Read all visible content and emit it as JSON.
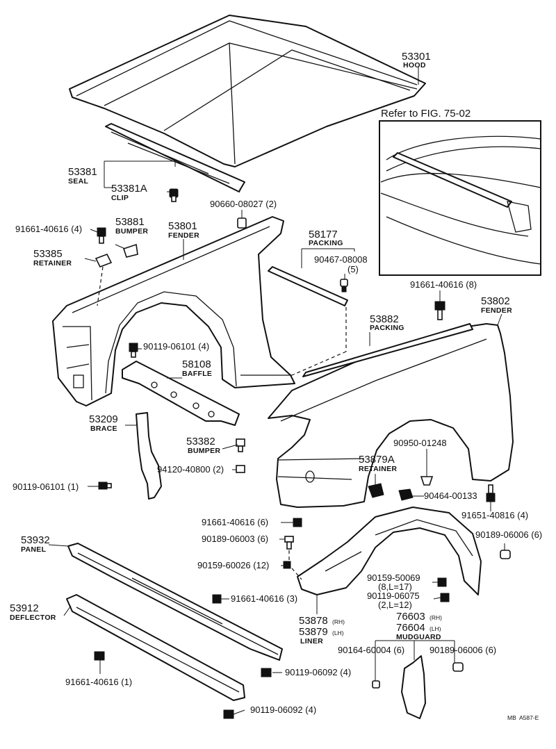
{
  "labels": {
    "hood_no": "53301",
    "hood_nm": "HOOD",
    "refer": "Refer to FIG. 75-02",
    "seal_no": "53381",
    "seal_nm": "SEAL",
    "clip_no": "53381A",
    "clip_nm": "CLIP",
    "bolt_90660": "90660-08027 (2)",
    "bolt_91661_l4": "91661-40616 (4)",
    "bumper_no": "53881",
    "bumper_nm": "BUMPER",
    "fender_l_no": "53801",
    "fender_l_nm": "FENDER",
    "retainer_no": "53385",
    "retainer_nm": "RETAINER",
    "packing_a_no": "58177",
    "packing_a_nm": "PACKING",
    "clip_90467": "90467-08008",
    "clip_90467_qty": "(5)",
    "bolt_91661_8": "91661-40616 (8)",
    "fender_r_no": "53802",
    "fender_r_nm": "FENDER",
    "bolt_90119_4": "90119-06101 (4)",
    "baffle_no": "58108",
    "baffle_nm": "BAFFLE",
    "packing_b_no": "53882",
    "packing_b_nm": "PACKING",
    "brace_no": "53209",
    "brace_nm": "BRACE",
    "bumper2_no": "53382",
    "bumper2_nm": "BUMPER",
    "nut_94120": "94120-40800 (2)",
    "bolt_90950": "90950-01248",
    "retainer2_no": "53879A",
    "retainer2_nm": "RETAINER",
    "bolt_90119_1": "90119-06101 (1)",
    "clip_90464": "90464-00133",
    "bolt_91651": "91651-40816 (4)",
    "bolt_91661_6": "91661-40616 (6)",
    "bolt_90189_6a": "90189-06003 (6)",
    "bolt_90189_6b": "90189-06006 (6)",
    "panel_no": "53932",
    "panel_nm": "PANEL",
    "screw_90159_12": "90159-60026 (12)",
    "screw_90159_8": "90159-50069",
    "screw_90159_8q": "(8,L=17)",
    "bolt_90119_2": "90119-06075",
    "bolt_90119_2q": "(2,L=12)",
    "deflector_no": "53912",
    "deflector_nm": "DEFLECTOR",
    "bolt_91661_3": "91661-40616 (3)",
    "liner_rh_no": "53878",
    "liner_rh": "(RH)",
    "liner_lh_no": "53879",
    "liner_lh": "(LH)",
    "liner_nm": "LINER",
    "mud_rh_no": "76603",
    "mud_rh": "(RH)",
    "mud_lh_no": "76604",
    "mud_lh": "(LH)",
    "mud_nm": "MUDGUARD",
    "screw_90164": "90164-60004 (6)",
    "bolt_90189_6c": "90189-06006 (6)",
    "bolt_90119_4b": "90119-06092 (4)",
    "bolt_91661_1": "91661-40616 (1)",
    "bolt_90119_4c": "90119-06092 (4)",
    "code": "MB  A587-E"
  }
}
